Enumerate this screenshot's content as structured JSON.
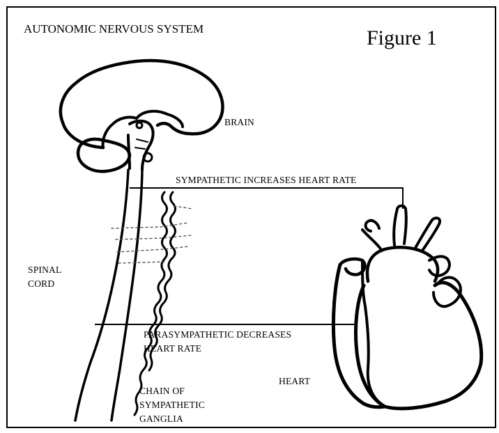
{
  "title": "AUTONOMIC NERVOUS SYSTEM",
  "figure_label": "Figure 1",
  "labels": {
    "brain": "BRAIN",
    "sympathetic": "SYMPATHETIC INCREASES HEART RATE",
    "parasympathetic_line1": "PARASYMPATHETIC DECREASES",
    "parasympathetic_line2": "HEART RATE",
    "spinal_cord_line1": "SPINAL",
    "spinal_cord_line2": "CORD",
    "heart": "HEART",
    "ganglia_line1": "CHAIN OF",
    "ganglia_line2": "SYMPATHETIC",
    "ganglia_line3": "GANGLIA"
  }
}
